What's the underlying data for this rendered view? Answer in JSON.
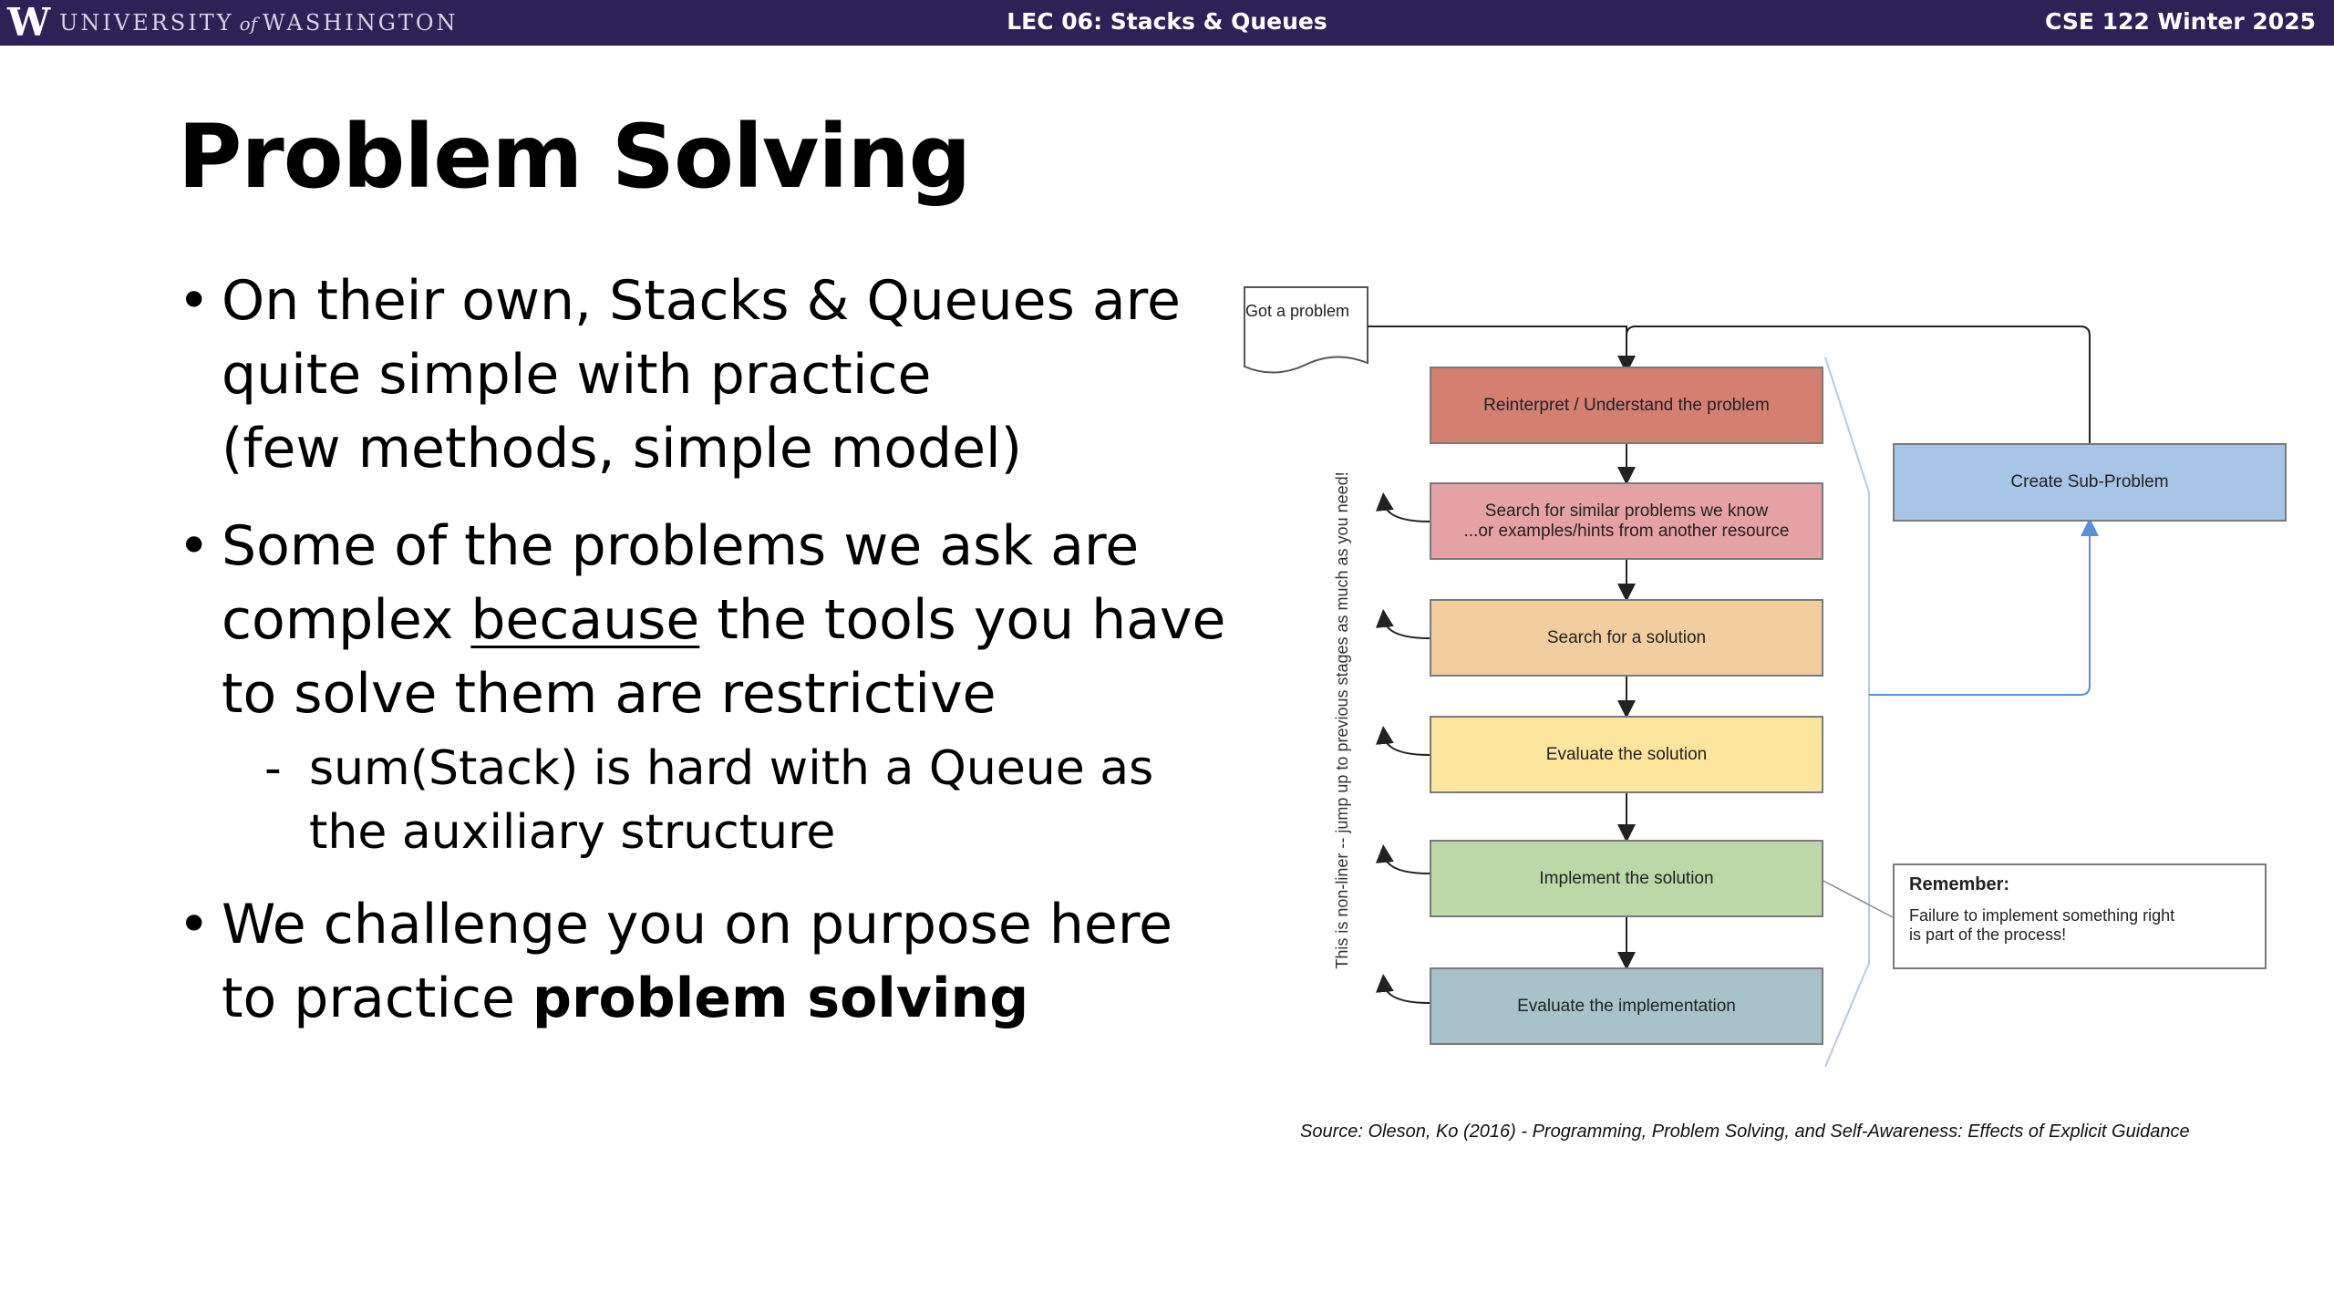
{
  "header": {
    "logo_w": "W",
    "logo_university": "UNIVERSITY",
    "logo_of": "of",
    "logo_washington": "WASHINGTON",
    "lecture": "LEC 06: Stacks & Queues",
    "course": "CSE 122 Winter 2025"
  },
  "slide": {
    "title": "Problem Solving",
    "bullet1": {
      "line1": "On their own, Stacks & Queues are",
      "line2": "quite simple with practice",
      "line3": "(few methods, simple model)"
    },
    "bullet2": {
      "line1": "Some of the problems we ask are",
      "line2_pre": "complex ",
      "line2_u": "because",
      "line2_post": " the tools you have",
      "line3": "to solve them are restrictive"
    },
    "sub_bullet": {
      "line1": "sum(Stack) is hard with a Queue as",
      "line2": "the auxiliary structure"
    },
    "bullet3": {
      "line1": "We challenge you on purpose here",
      "line2_pre": "to practice ",
      "line2_bold": "problem solving"
    }
  },
  "diagram": {
    "start": {
      "line1": "Got a",
      "line2": "problem"
    },
    "steps": {
      "reinterpret": "Reinterpret / Understand the problem",
      "search_similar_1": "Search for similar problems we know",
      "search_similar_2": "...or examples/hints from another resource",
      "search_solution": "Search for a solution",
      "evaluate_solution": "Evaluate the solution",
      "implement": "Implement the solution",
      "evaluate_impl": "Evaluate the implementation"
    },
    "sub_problem": "Create Sub-Problem",
    "remember_heading": "Remember:",
    "remember_line1": "Failure to implement something right",
    "remember_line2": "is part of the process!",
    "side_label": "This is non-liner -- jump up to previous stages as much as you need!",
    "colors": {
      "reinterpret": "#d47f6f",
      "search_similar": "#e5a1a3",
      "search_solution": "#f2ce9f",
      "evaluate_solution": "#fde59d",
      "implement": "#bdd8a7",
      "evaluate_impl": "#a7c3c9",
      "sub_problem": "#a7c5e6"
    }
  },
  "source": "Source: Oleson, Ko (2016) - Programming, Problem Solving, and Self-Awareness: Effects of Explicit Guidance"
}
